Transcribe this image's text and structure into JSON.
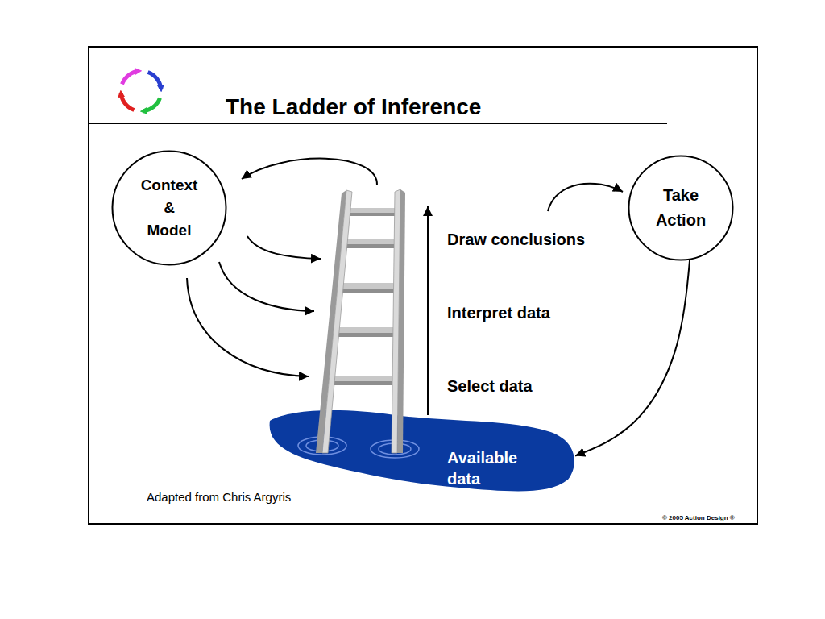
{
  "diagram": {
    "title": "The Ladder of Inference",
    "nodes": [
      {
        "text": [
          "Context & Model"
        ]
      },
      {
        "text": [
          "Take Action"
        ]
      },
      {
        "text": [
          "Available data"
        ]
      }
    ],
    "edges": [
      {
        "from": 1,
        "to": 2,
        "arrow": "to"
      }
    ],
    "labels": [
      "Draw conclusions",
      "Interpret data",
      "Select data",
      "Adapted from Chris Argyris",
      "© 2005 Action Design ®"
    ]
  }
}
